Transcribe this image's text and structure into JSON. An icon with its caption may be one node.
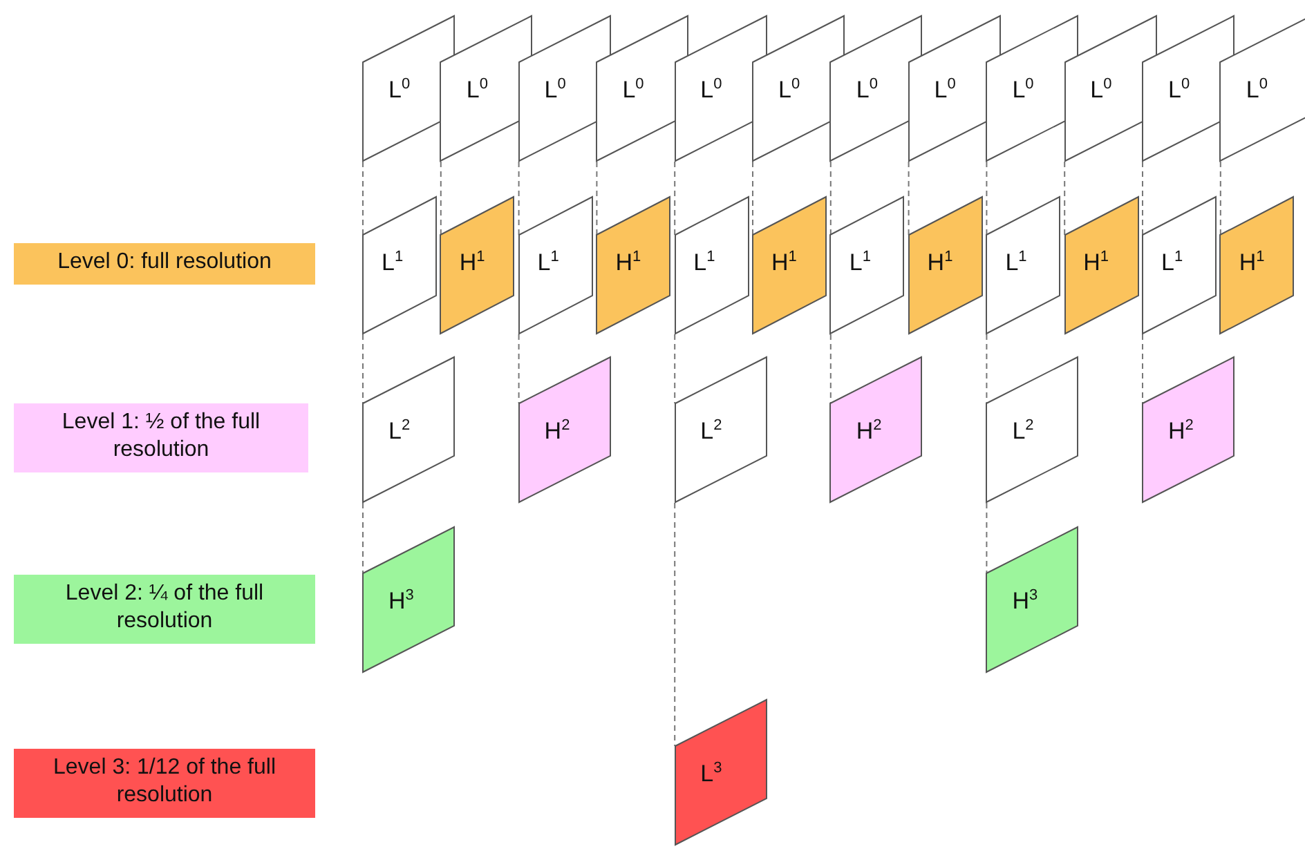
{
  "diagram": {
    "nodes": [
      {
        "text": [
          "L$^{0}$"
        ]
      },
      {
        "text": [
          "L$^{0}$"
        ]
      },
      {
        "text": [
          "L$^{0}$"
        ]
      },
      {
        "text": [
          "L$^{0}$"
        ]
      },
      {
        "text": [
          "L$^{0}$"
        ]
      },
      {
        "text": [
          "L$^{0}$"
        ]
      },
      {
        "text": [
          "L$^{0}$"
        ]
      },
      {
        "text": [
          "L$^{0}$"
        ]
      },
      {
        "text": [
          "L$^{0}$"
        ]
      },
      {
        "text": [
          "L$^{0}$"
        ]
      },
      {
        "text": [
          "L$^{0}$"
        ]
      },
      {
        "text": [
          "L$^{0}$"
        ]
      },
      {
        "text": [
          "Level 0: full resolution"
        ]
      },
      {
        "text": [
          "L$^{1}$"
        ]
      },
      {
        "text": [
          "H$^{1}$"
        ]
      },
      {
        "text": [
          "L$^{1}$"
        ]
      },
      {
        "text": [
          "H$^{1}$"
        ]
      },
      {
        "text": [
          "L$^{1}$"
        ]
      },
      {
        "text": [
          "H$^{1}$"
        ]
      },
      {
        "text": [
          "L$^{1}$"
        ]
      },
      {
        "text": [
          "H$^{1}$"
        ]
      },
      {
        "text": [
          "L$^{1}$"
        ]
      },
      {
        "text": [
          "H$^{1}$"
        ]
      },
      {
        "text": [
          "L$^{1}$"
        ]
      },
      {
        "text": [
          "H$^{1}$"
        ]
      },
      {
        "text": [
          "Level 1: ½ of the full resolution"
        ]
      },
      {
        "text": [
          "L$^{2}$"
        ]
      },
      {
        "text": [
          "H$^{2}$"
        ]
      },
      {
        "text": [
          "L$^{2}$"
        ]
      },
      {
        "text": [
          "H$^{2}$"
        ]
      },
      {
        "text": [
          "L$^{2}$"
        ]
      },
      {
        "text": [
          "H$^{2}$"
        ]
      },
      {
        "text": [
          "Level 2: ¼ of the full resolution"
        ]
      },
      {
        "text": [
          "H$^{3}$"
        ]
      },
      {
        "text": [
          "H$^{3}$"
        ]
      },
      {
        "text": [
          "Level 3: 1/12 of the full resolution"
        ]
      },
      {
        "text": [
          "L$^{3}$"
        ]
      }
    ],
    "edges": [
      {
        "from": 0,
        "to": 13,
        "arrow": "none",
        "style": "dashed"
      },
      {
        "from": 1,
        "to": 14,
        "arrow": "none",
        "style": "dashed"
      },
      {
        "from": 2,
        "to": 15,
        "arrow": "none",
        "style": "dashed"
      },
      {
        "from": 3,
        "to": 16,
        "arrow": "none",
        "style": "dashed"
      },
      {
        "from": 4,
        "to": 17,
        "arrow": "none",
        "style": "dashed"
      },
      {
        "from": 5,
        "to": 18,
        "arrow": "none",
        "style": "dashed"
      },
      {
        "from": 6,
        "to": 19,
        "arrow": "none",
        "style": "dashed"
      },
      {
        "from": 7,
        "to": 20,
        "arrow": "none",
        "style": "dashed"
      },
      {
        "from": 8,
        "to": 21,
        "arrow": "none",
        "style": "dashed"
      },
      {
        "from": 9,
        "to": 22,
        "arrow": "none",
        "style": "dashed"
      },
      {
        "from": 10,
        "to": 23,
        "arrow": "none",
        "style": "dashed"
      },
      {
        "from": 11,
        "to": 24,
        "arrow": "none",
        "style": "dashed"
      },
      {
        "from": 13,
        "to": 26,
        "arrow": "none",
        "style": "dashed"
      },
      {
        "from": 15,
        "to": 27,
        "arrow": "none",
        "style": "dashed"
      },
      {
        "from": 17,
        "to": 28,
        "arrow": "none",
        "style": "dashed"
      },
      {
        "from": 19,
        "to": 29,
        "arrow": "none",
        "style": "dashed"
      },
      {
        "from": 21,
        "to": 30,
        "arrow": "none",
        "style": "dashed"
      },
      {
        "from": 23,
        "to": 31,
        "arrow": "none",
        "style": "dashed"
      },
      {
        "from": 26,
        "to": 33,
        "arrow": "none",
        "style": "dashed"
      },
      {
        "from": 28,
        "to": 36,
        "arrow": "none",
        "style": "dashed"
      },
      {
        "from": 30,
        "to": 34,
        "arrow": "none",
        "style": "dashed"
      }
    ]
  }
}
